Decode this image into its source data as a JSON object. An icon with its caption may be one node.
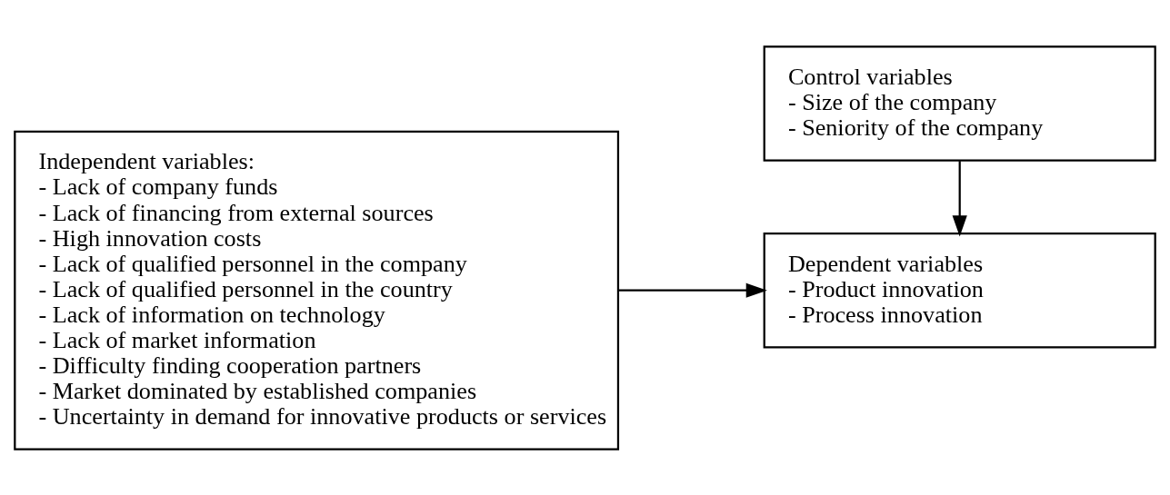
{
  "diagram": {
    "nodes": [
      {
        "text": [
          "Independent variables:",
          "- Lack of company funds",
          "- Lack of financing from external sources",
          "- High innovation costs",
          "- Lack of qualified personnel in the company",
          "- Lack of qualified personnel in the country",
          "- Lack of information on technology",
          "- Lack of market information",
          "- Difficulty finding cooperation partners",
          "- Market dominated by established companies",
          "- Uncertainty in demand for innovative products or services"
        ]
      },
      {
        "text": [
          "Dependent variables",
          "- Product innovation",
          "- Process innovation"
        ]
      },
      {
        "text": [
          "Control variables",
          "- Size of the company",
          "- Seniority of the company"
        ]
      }
    ],
    "edges": [
      {
        "from": 0,
        "to": 1,
        "arrow": "to"
      },
      {
        "from": 2,
        "to": 1,
        "arrow": "to"
      }
    ]
  }
}
